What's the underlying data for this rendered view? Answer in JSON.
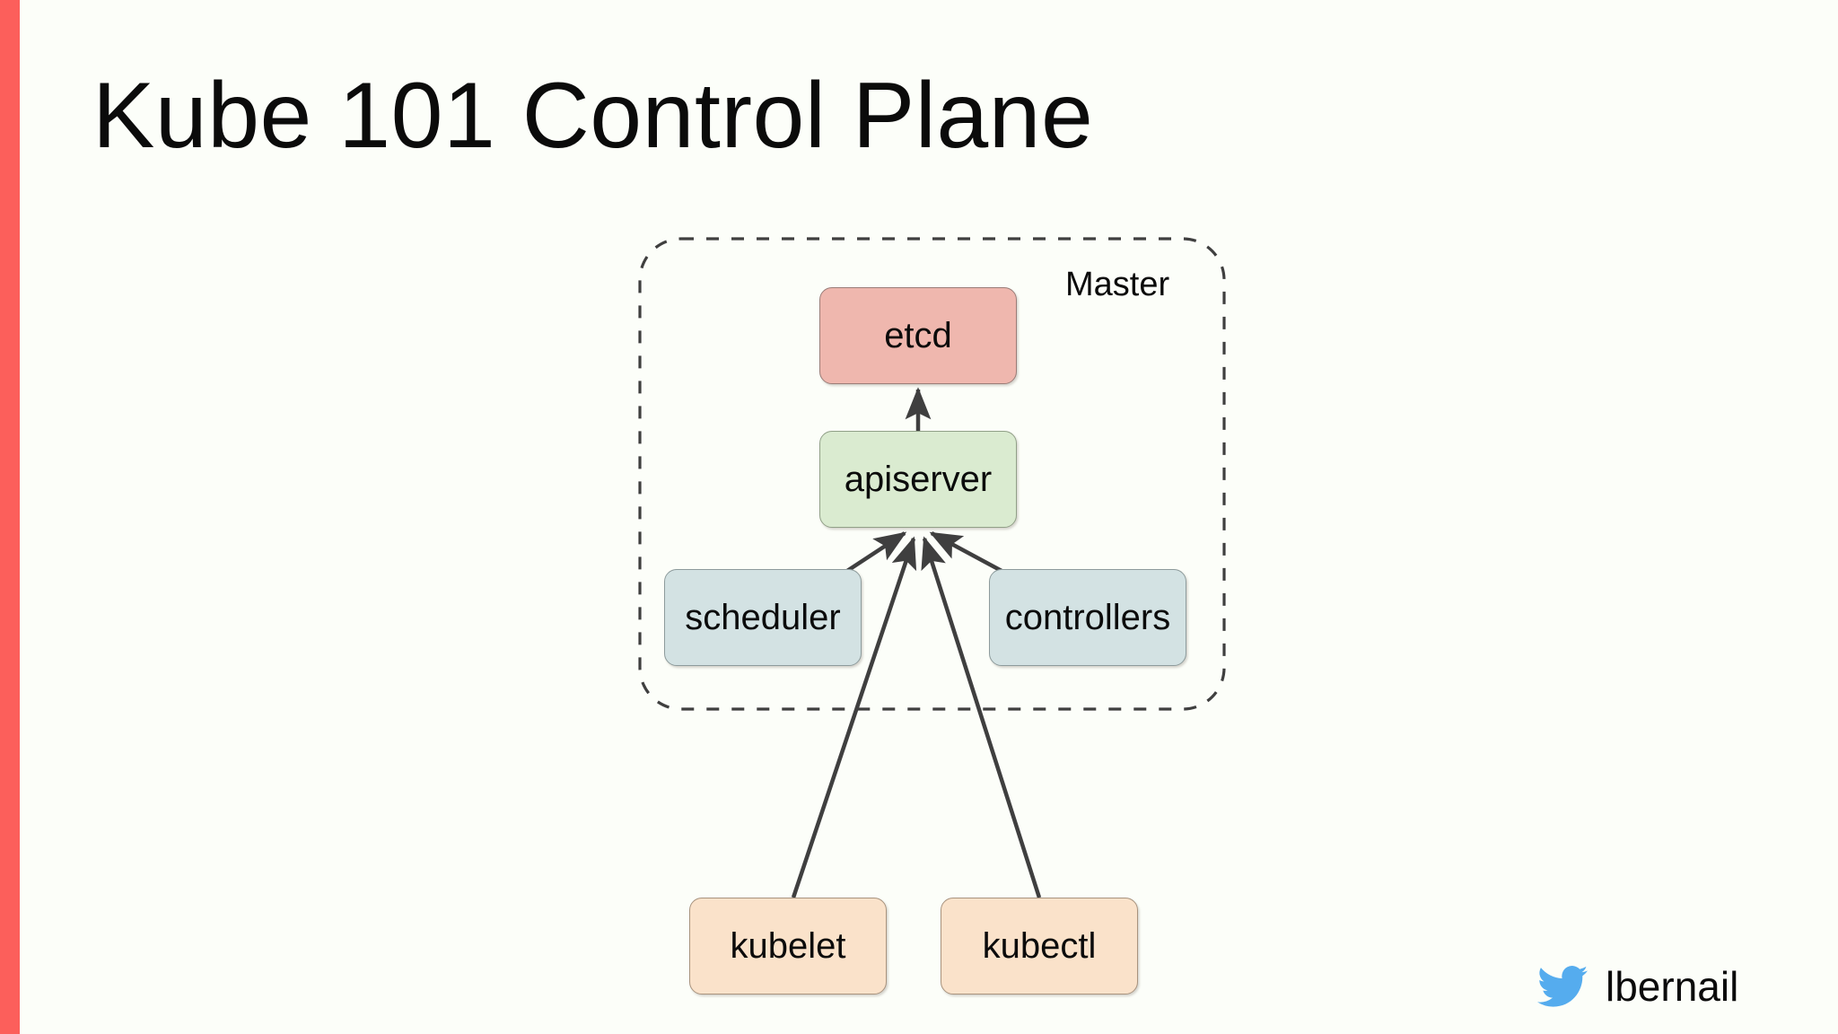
{
  "slide": {
    "title": "Kube 101 Control Plane",
    "background_color": "#FCFEF9",
    "accent_bar_color": "#FC5F5B"
  },
  "diagram": {
    "type": "node-graph",
    "group_label": "Master",
    "nodes": [
      {
        "id": "etcd",
        "label": "etcd",
        "color": "#EFB7AE"
      },
      {
        "id": "apiserver",
        "label": "apiserver",
        "color": "#DAEBD0"
      },
      {
        "id": "scheduler",
        "label": "scheduler",
        "color": "#D3E2E3"
      },
      {
        "id": "controllers",
        "label": "controllers",
        "color": "#D3E2E3"
      },
      {
        "id": "kubelet",
        "label": "kubelet",
        "color": "#FAE2CA"
      },
      {
        "id": "kubectl",
        "label": "kubectl",
        "color": "#FAE2CA"
      }
    ],
    "edges": [
      {
        "from": "apiserver",
        "to": "etcd"
      },
      {
        "from": "scheduler",
        "to": "apiserver"
      },
      {
        "from": "controllers",
        "to": "apiserver"
      },
      {
        "from": "kubelet",
        "to": "apiserver"
      },
      {
        "from": "kubectl",
        "to": "apiserver"
      }
    ],
    "edge_color": "#3f3f3f"
  },
  "credit": {
    "handle": "lbernail",
    "icon": "twitter-bird-icon",
    "icon_color": "#55ACEE"
  }
}
